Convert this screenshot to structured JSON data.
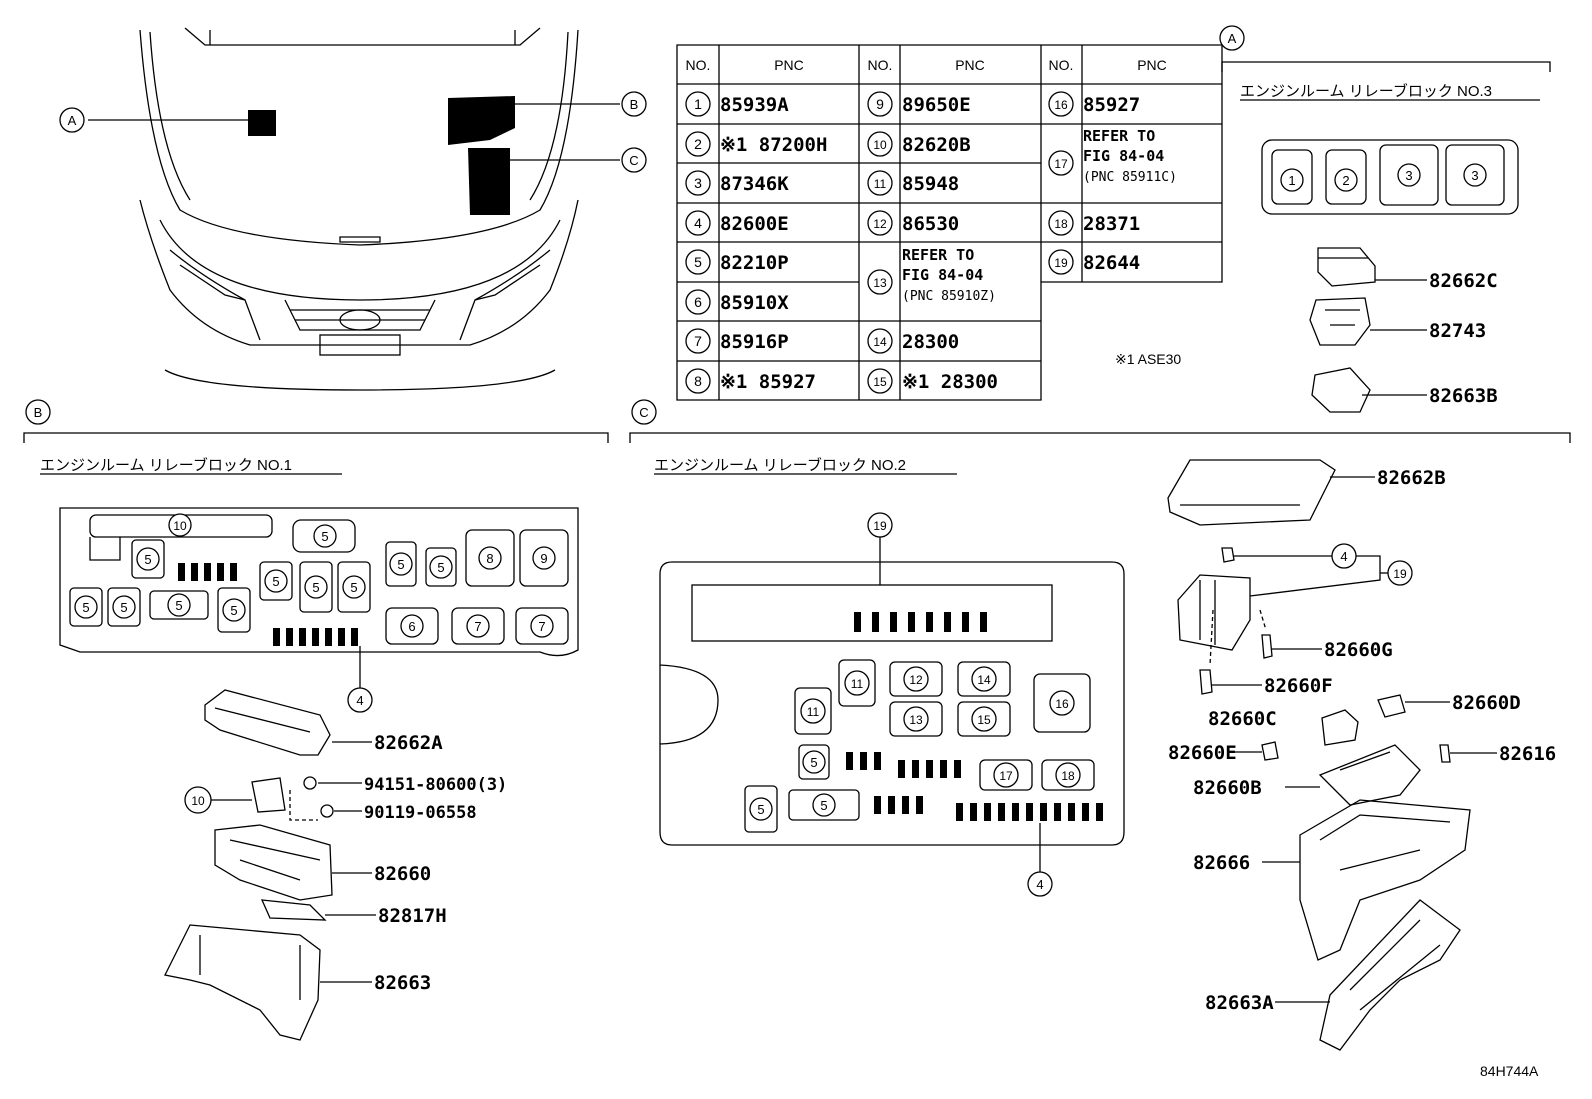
{
  "callouts": {
    "A": "A",
    "B": "B",
    "C": "C"
  },
  "table": {
    "col_no": "NO.",
    "col_pnc": "PNC",
    "rows": [
      {
        "no": "1",
        "pnc": "85939A"
      },
      {
        "no": "2",
        "pnc": "※1 87200H"
      },
      {
        "no": "3",
        "pnc": "87346K"
      },
      {
        "no": "4",
        "pnc": "82600E"
      },
      {
        "no": "5",
        "pnc": "82210P"
      },
      {
        "no": "6",
        "pnc": "85910X"
      },
      {
        "no": "7",
        "pnc": "85916P"
      },
      {
        "no": "8",
        "pnc": "※1 85927"
      },
      {
        "no": "9",
        "pnc": "89650E"
      },
      {
        "no": "10",
        "pnc": "82620B"
      },
      {
        "no": "11",
        "pnc": "85948"
      },
      {
        "no": "12",
        "pnc": "86530"
      },
      {
        "no": "13",
        "pnc": "REFER TO|FIG 84-04|(PNC 85910Z)"
      },
      {
        "no": "14",
        "pnc": "28300"
      },
      {
        "no": "15",
        "pnc": "※1 28300"
      },
      {
        "no": "16",
        "pnc": "85927"
      },
      {
        "no": "17",
        "pnc": "REFER TO|FIG 84-04|(PNC 85911C)"
      },
      {
        "no": "18",
        "pnc": "28371"
      },
      {
        "no": "19",
        "pnc": "82644"
      }
    ]
  },
  "footnote": "※1 ASE30",
  "section_a": {
    "title": "エンジンルーム リレーブロック NO.3",
    "parts": [
      "82662C",
      "82743",
      "82663B"
    ]
  },
  "section_b": {
    "title": "エンジンルーム リレーブロック NO.1",
    "parts": [
      "82662A",
      "94151-80600(3)",
      "90119-06558",
      "82660",
      "82817H",
      "82663"
    ]
  },
  "section_c": {
    "title": "エンジンルーム リレーブロック NO.2",
    "parts": [
      "82662B",
      "82660G",
      "82660F",
      "82660C",
      "82660D",
      "82660E",
      "82616",
      "82660B",
      "82666",
      "82663A"
    ]
  },
  "figure_id": "84H744A"
}
